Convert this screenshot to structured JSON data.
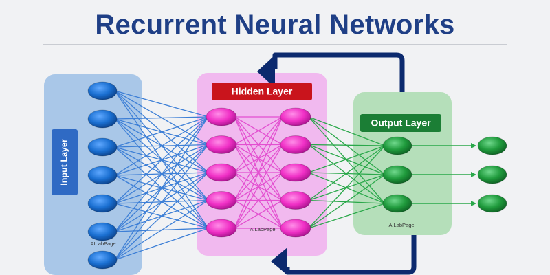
{
  "title": "Recurrent Neural Networks",
  "labels": {
    "input_layer": "Input Layer",
    "hidden_layer": "Hidden Layer",
    "output_layer": "Output Layer",
    "watermark": "AILabPage"
  },
  "colors": {
    "title": "#1f3f86",
    "input_panel": "#a9c7e8",
    "hidden_panel": "#f1b9ef",
    "output_panel": "#b5dfba",
    "input_node": "#1a6fd1",
    "hidden_node": "#f030c6",
    "output_node": "#1f9a3c",
    "input_edge": "#3d7fd6",
    "hidden_edge": "#e34fd0",
    "output_edge": "#2aa84a",
    "loop_arrow": "#0c2a6e",
    "hidden_badge": "#c9141c",
    "output_badge": "#1b7e35",
    "input_badge": "#2f6ac4"
  },
  "layers": {
    "input_nodes": 7,
    "hidden_columns": 2,
    "hidden_nodes_per_column": 5,
    "output_nodes": 3,
    "final_nodes": 3
  }
}
